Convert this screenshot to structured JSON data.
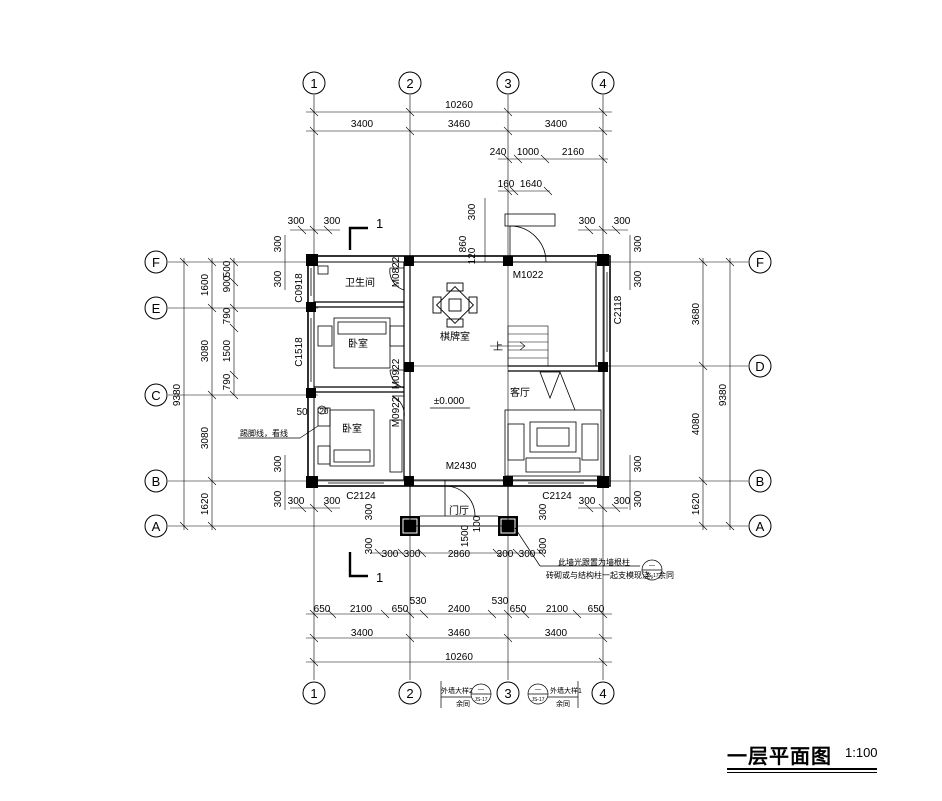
{
  "axis_labels": {
    "columns": [
      "1",
      "2",
      "3",
      "4"
    ],
    "rows": [
      "A",
      "B",
      "C",
      "D",
      "E",
      "F"
    ]
  },
  "top_dims": {
    "total": "10260",
    "spans": [
      "3400",
      "3460",
      "3400"
    ],
    "stair": [
      "240",
      "1000",
      "2160"
    ],
    "stair2": [
      "160",
      "1640"
    ],
    "left_pair": [
      "300",
      "300"
    ],
    "right_pair": [
      "300",
      "300"
    ],
    "vertical": [
      "300",
      "860",
      "120"
    ]
  },
  "bottom_dims": {
    "row1": [
      "300",
      "300",
      "2860",
      "300",
      "300"
    ],
    "row2": [
      "650",
      "2100",
      "650",
      "530",
      "2400",
      "530",
      "650",
      "2100",
      "650"
    ],
    "spans": [
      "3400",
      "3460",
      "3400"
    ],
    "total": "10260",
    "left_pair": [
      "300",
      "300"
    ],
    "right_pair": [
      "300",
      "300"
    ],
    "side": [
      "300",
      "300",
      "300",
      "300",
      "1500",
      "100"
    ]
  },
  "left_dims": {
    "outer": "9380",
    "mid": [
      "1600",
      "3080",
      "3080",
      "1620"
    ],
    "inner": [
      "900",
      "500",
      "790",
      "1500",
      "790"
    ],
    "small": [
      "300",
      "300",
      "300",
      "300"
    ]
  },
  "right_dims": {
    "outer": "9380",
    "mid": [
      "3680",
      "4080",
      "1620"
    ],
    "small": [
      "300",
      "300",
      "300",
      "300"
    ]
  },
  "rooms": {
    "bath": "卫生间",
    "bed1": "卧室",
    "bed2": "卧室",
    "chess": "棋牌室",
    "living": "客厅",
    "foyer": "门厅",
    "level": "±0.000",
    "up": "上"
  },
  "openings": {
    "m1022": "M1022",
    "m0822": "M0822",
    "m0922a": "M0922",
    "m0922b": "M0922",
    "m2430": "M2430",
    "c0918": "C0918",
    "c1518": "C1518",
    "c2118": "C2118",
    "c2124a": "C2124",
    "c2124b": "C2124",
    "dim50": "50",
    "dim20": "20"
  },
  "notes": {
    "skirting": "踢脚线，看线",
    "porch_note1": "此墙光跟置为墙根柱",
    "porch_note2": "砖砌或与结构柱一起支模现浇，余同",
    "detail2_top": "外墙大样2",
    "detail2_sub": "余同",
    "detail1_top": "外墙大样1",
    "detail1_sub": "余同",
    "ref_num": "—",
    "ref_sheet": "JS-17"
  },
  "section": {
    "top": "1",
    "bottom": "1"
  },
  "title": {
    "main": "一层平面图",
    "scale": "1:100"
  }
}
